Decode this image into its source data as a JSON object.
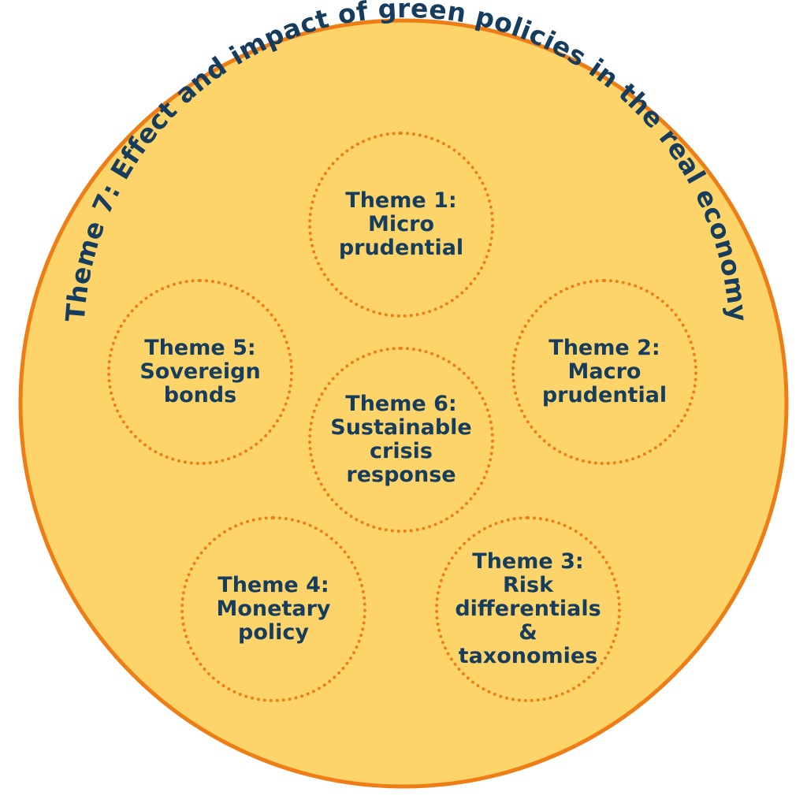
{
  "colors": {
    "fill": "#FCD46A",
    "stroke": "#EF7D16",
    "text": "#173D5E"
  },
  "outer": {
    "title": "Theme 7: Effect and impact of green policies in the real economy"
  },
  "themes": [
    {
      "id": "theme-1",
      "lines": [
        "Theme 1:",
        "Micro",
        "prudential"
      ]
    },
    {
      "id": "theme-2",
      "lines": [
        "Theme 2:",
        "Macro",
        "prudential"
      ]
    },
    {
      "id": "theme-3",
      "lines": [
        "Theme 3:",
        "Risk",
        "differentials",
        "&",
        "taxonomies"
      ]
    },
    {
      "id": "theme-4",
      "lines": [
        "Theme 4:",
        "Monetary",
        "policy"
      ]
    },
    {
      "id": "theme-5",
      "lines": [
        "Theme 5:",
        "Sovereign",
        "bonds"
      ]
    },
    {
      "id": "theme-6",
      "lines": [
        "Theme 6:",
        "Sustainable",
        "crisis",
        "response"
      ]
    }
  ]
}
